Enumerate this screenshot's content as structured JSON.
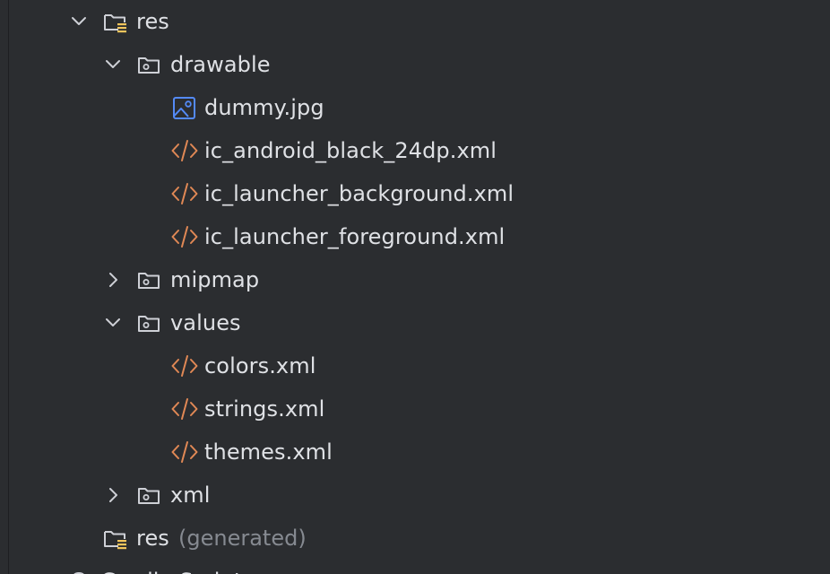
{
  "tree": {
    "res": {
      "label": "res"
    },
    "drawable": {
      "label": "drawable"
    },
    "dummy": {
      "label": "dummy.jpg"
    },
    "ic_android": {
      "label": "ic_android_black_24dp.xml"
    },
    "ic_launcher_bg": {
      "label": "ic_launcher_background.xml"
    },
    "ic_launcher_fg": {
      "label": "ic_launcher_foreground.xml"
    },
    "mipmap": {
      "label": "mipmap"
    },
    "values": {
      "label": "values"
    },
    "colors": {
      "label": "colors.xml"
    },
    "strings": {
      "label": "strings.xml"
    },
    "themes": {
      "label": "themes.xml"
    },
    "xml": {
      "label": "xml"
    },
    "res_generated": {
      "label": "res",
      "suffix": "(generated)"
    },
    "partial": {
      "label": "Gradle Scripts"
    }
  },
  "colors": {
    "background": "#2b2d30",
    "text": "#dfe1e5",
    "muted": "#868a91",
    "xml_icon": "#e08855",
    "image_icon": "#548af7",
    "folder_icon": "#ced0d6",
    "resource_badge": "#f2c55c"
  },
  "icons": {
    "expanded": "chevron-down-icon",
    "collapsed": "chevron-right-icon",
    "folder": "folder-icon",
    "resource_folder": "resource-folder-icon",
    "image_file": "image-file-icon",
    "xml_file": "xml-file-icon",
    "gradle": "gradle-icon"
  }
}
